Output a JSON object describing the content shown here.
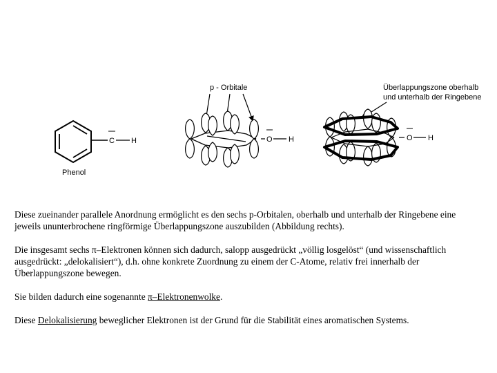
{
  "figure": {
    "phenol_label": "Phenol",
    "group_c": "C",
    "group_h": "H",
    "group_o": "O",
    "p_orbitals_label": "p - Orbitale",
    "overlap_label_1": "Überlappungszone oberhalb",
    "overlap_label_2": "und unterhalb der Ringebene"
  },
  "text": {
    "p1": "Diese zueinander parallele Anordnung ermöglicht es den sechs p-Orbitalen, oberhalb und unterhalb der Ringebene eine jeweils ununterbrochene ringförmige Überlappungszone auszubilden (Abbildung rechts).",
    "p2": "Die insgesamt sechs π–Elektronen können sich dadurch, salopp ausgedrückt „völlig losgelöst“ (und wissenschaftlich ausgedrückt: „delokalisiert“), d.h. ohne konkrete Zuordnung zu einem der C-Atome, relativ frei innerhalb der Überlappungszone bewegen.",
    "p3_before": "Sie bilden dadurch eine sogenannte ",
    "p3_link": "π–Elektronenwolke",
    "p3_after": ".",
    "p4_before": "Diese ",
    "p4_link": "Delokalisierung",
    "p4_after": " beweglicher Elektronen ist der Grund für die Stabilität eines aromatischen Systems."
  }
}
